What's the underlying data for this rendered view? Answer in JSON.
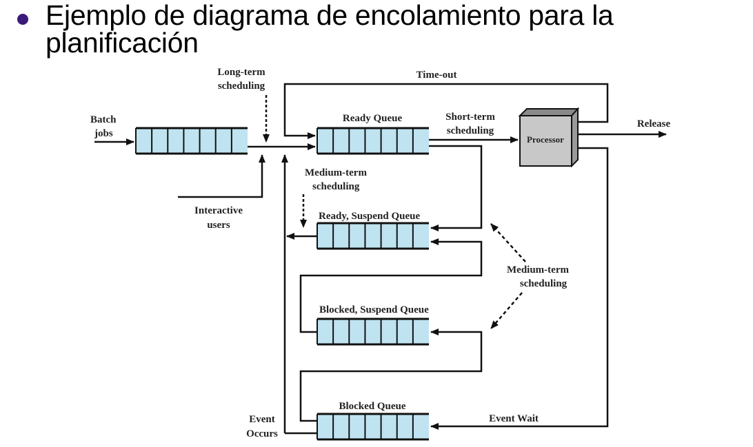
{
  "slide": {
    "bullet_color": "#3b1a7a",
    "title_line1": "Ejemplo de diagrama de encolamiento para la",
    "title_line2": "planificación"
  },
  "diagram": {
    "queues": [
      {
        "id": "batch",
        "label": ""
      },
      {
        "id": "ready",
        "label": "Ready Queue"
      },
      {
        "id": "ready-suspend",
        "label": "Ready, Suspend Queue"
      },
      {
        "id": "blocked-suspend",
        "label": "Blocked, Suspend Queue"
      },
      {
        "id": "blocked",
        "label": "Blocked Queue"
      }
    ],
    "queue_fill": "#bfe3f0",
    "processor": {
      "label": "Processor",
      "fill": "#c8c8c8"
    },
    "labels": {
      "batch_jobs_1": "Batch",
      "batch_jobs_2": "jobs",
      "long_term_1": "Long-term",
      "long_term_2": "scheduling",
      "time_out": "Time-out",
      "short_term_1": "Short-term",
      "short_term_2": "scheduling",
      "release": "Release",
      "interactive_1": "Interactive",
      "interactive_2": "users",
      "medium_term_left_1": "Medium-term",
      "medium_term_left_2": "scheduling",
      "medium_term_right_1": "Medium-term",
      "medium_term_right_2": "scheduling",
      "event_wait": "Event Wait",
      "event_occurs_1": "Event",
      "event_occurs_2": "Occurs"
    }
  }
}
